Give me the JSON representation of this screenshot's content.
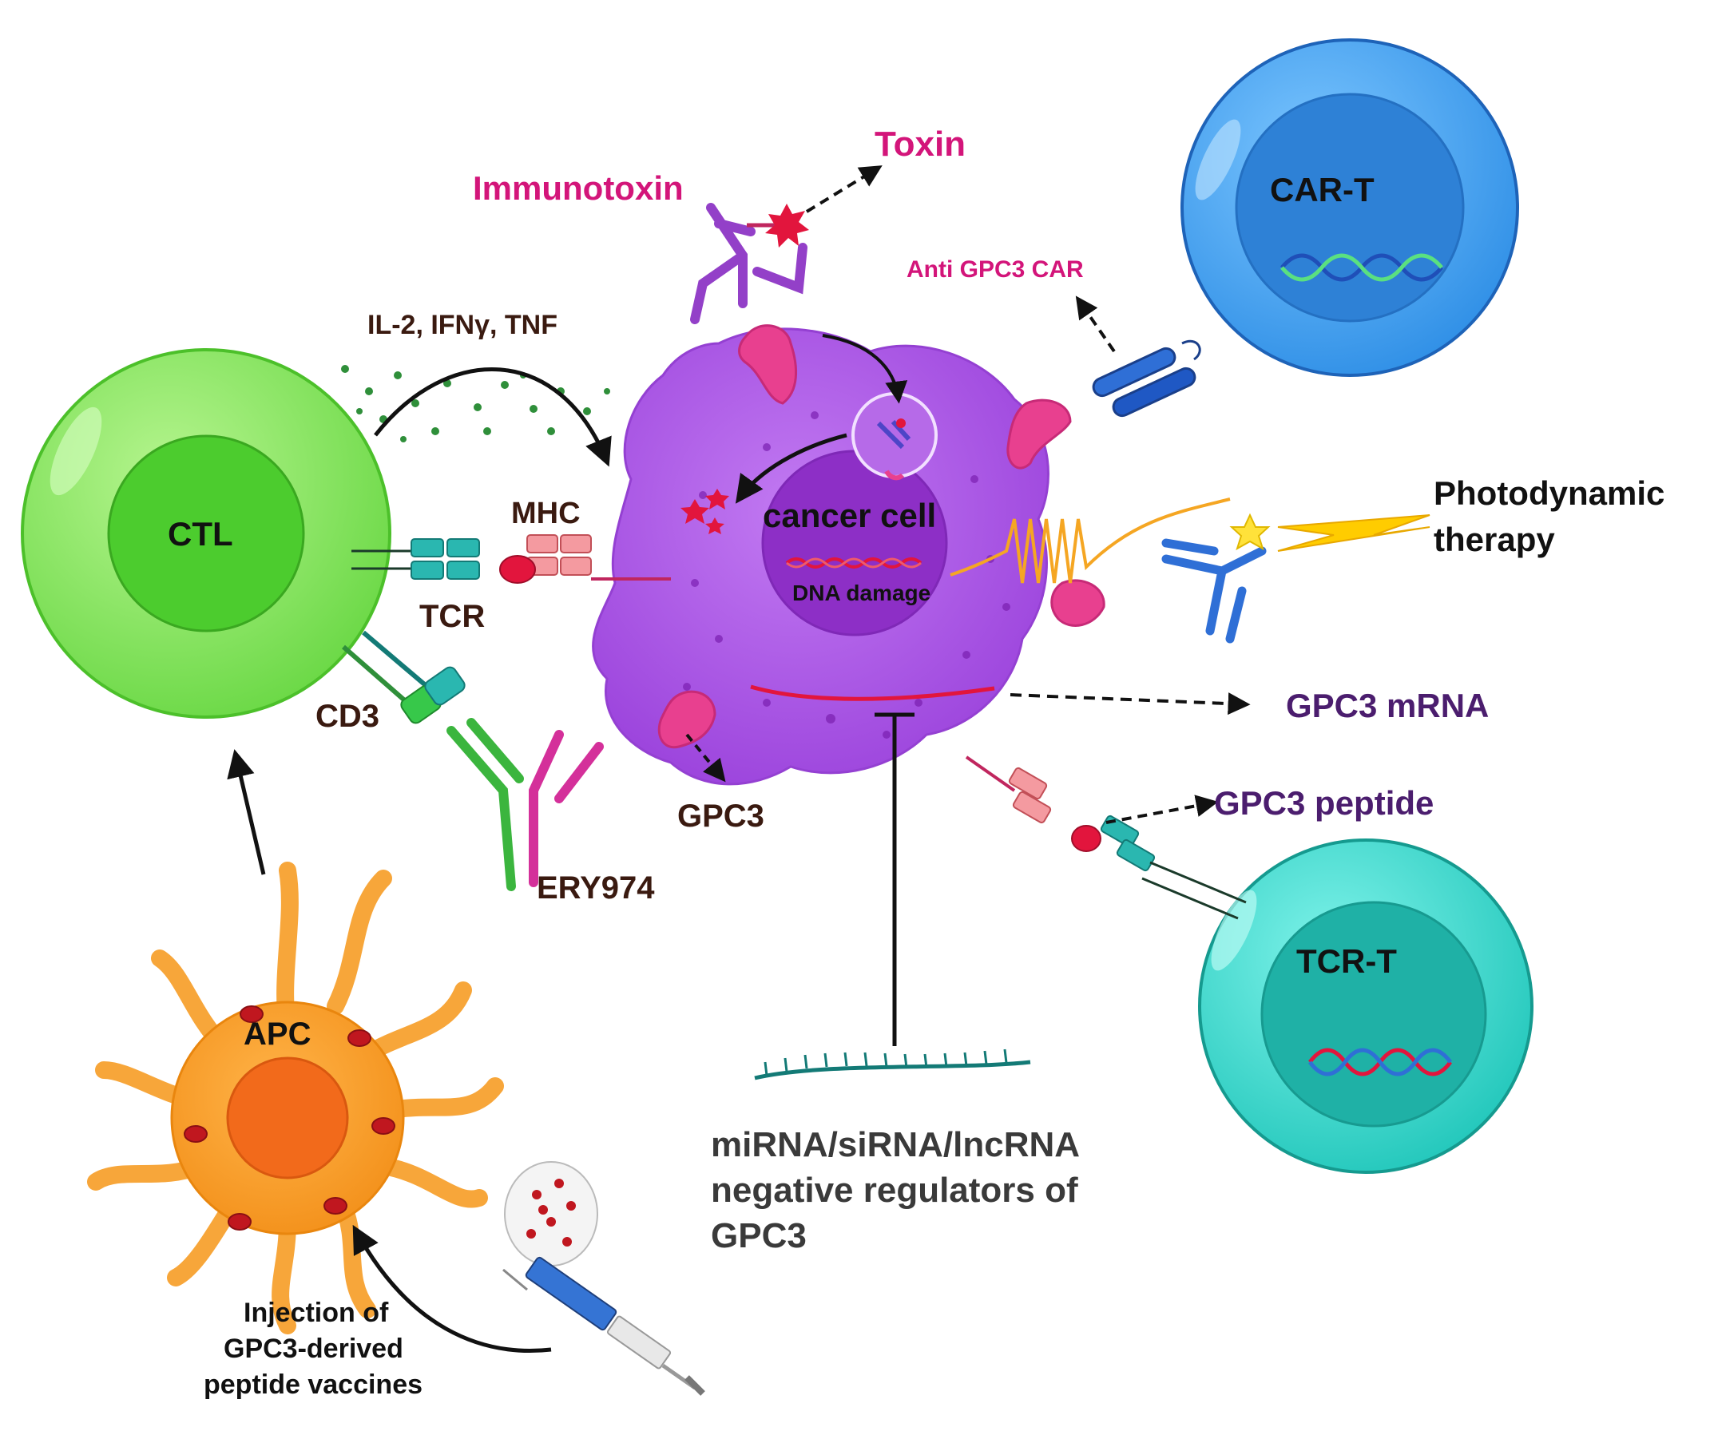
{
  "labels": {
    "toxin": "Toxin",
    "immunotoxin": "Immunotoxin",
    "cytokines": "IL-2, IFNγ, TNF",
    "anti_gpc3_car": "Anti GPC3 CAR",
    "car_t": "CAR-T",
    "ctl": "CTL",
    "mhc": "MHC",
    "tcr": "TCR",
    "cd3": "CD3",
    "cancer_cell": "cancer cell",
    "dna_damage": "DNA damage",
    "photodynamic_line1": "Photodynamic",
    "photodynamic_line2": "therapy",
    "gpc3_mrna": "GPC3 mRNA",
    "gpc3": "GPC3",
    "gpc3_peptide": "GPC3 peptide",
    "ery974": "ERY974",
    "tcr_t": "TCR-T",
    "apc": "APC",
    "mirna_line1": "miRNA/siRNA/lncRNA",
    "mirna_line2": "negative regulators of",
    "mirna_line3": "GPC3",
    "injection_line1": "Injection of",
    "injection_line2": "GPC3-derived",
    "injection_line3": "peptide vaccines"
  },
  "colors": {
    "magenta_label": "#d3157a",
    "purple_label": "#4b1d6e",
    "dark_label": "#3a1a10",
    "cancer_cell": "#a64ee0",
    "ctl": "#7fe05a",
    "car_t": "#3a9be8",
    "tcr_t": "#2fd6c8",
    "apc": "#f7981f"
  }
}
